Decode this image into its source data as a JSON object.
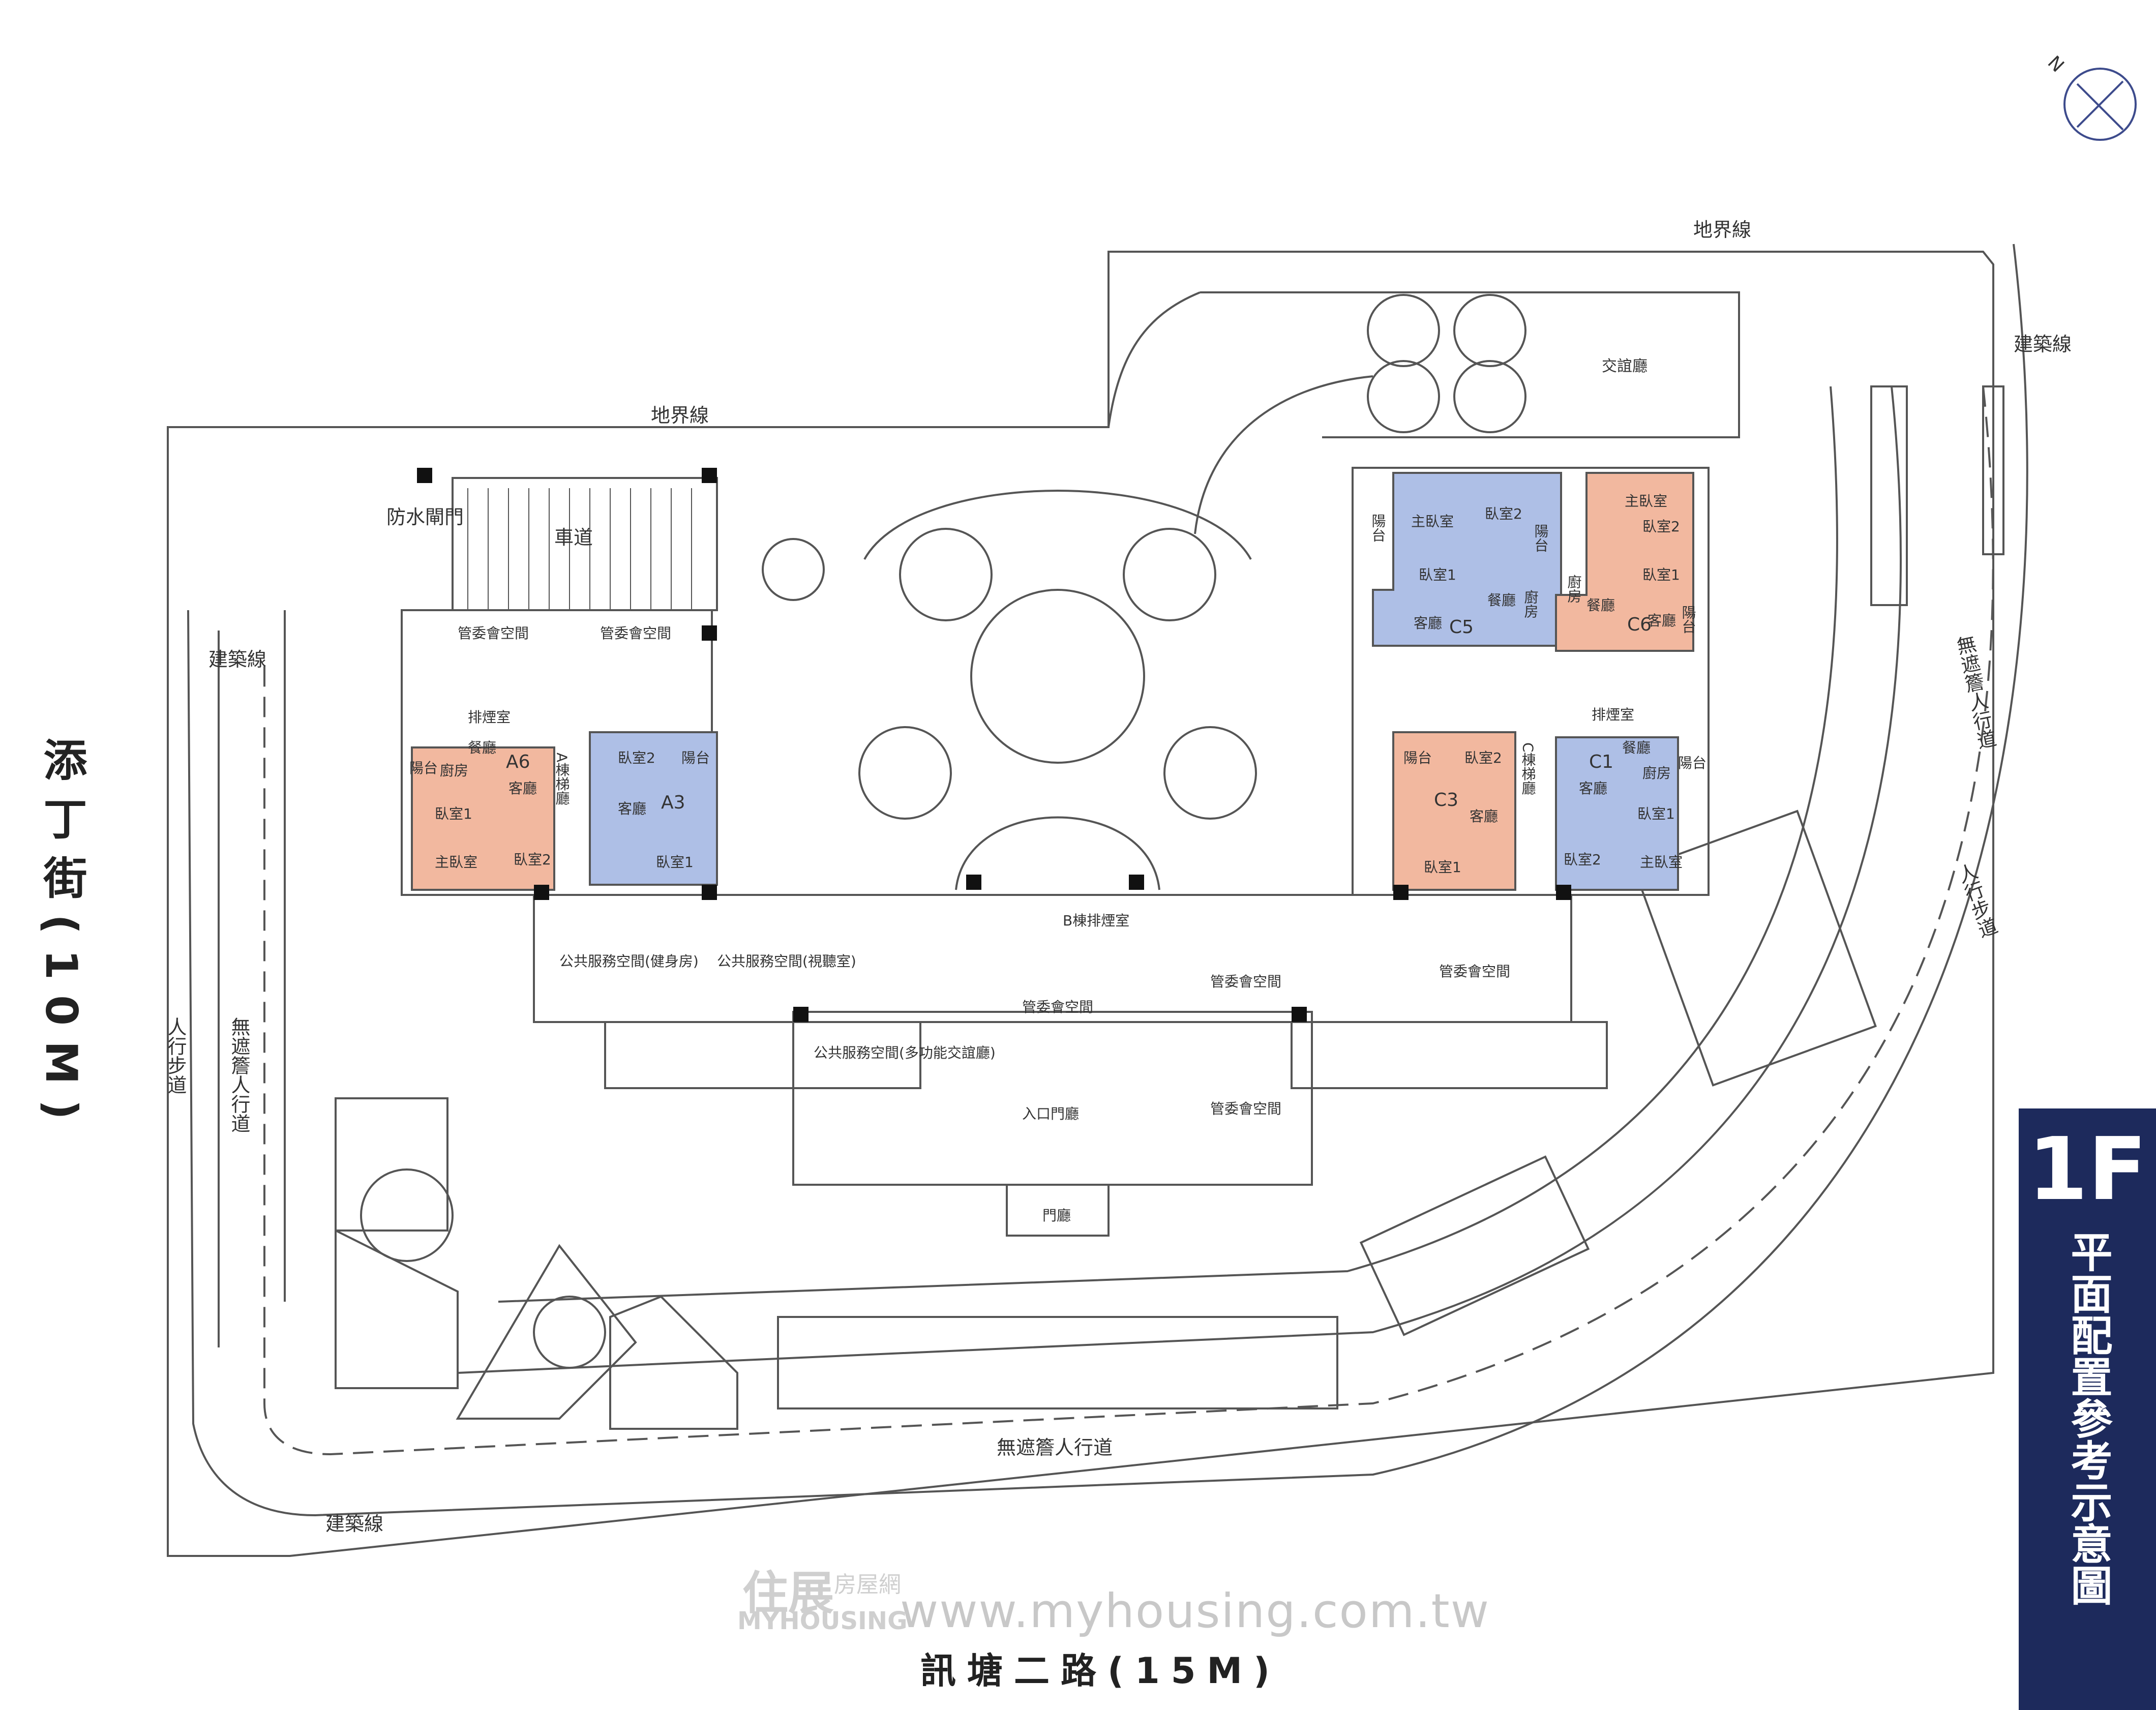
{
  "roads": {
    "left_street": "添丁街(10M)",
    "bottom_road": "訊塘二路(15M)"
  },
  "boundary": {
    "property_line_top": "地界線",
    "property_line_left": "地界線",
    "building_line_left": "建築線",
    "building_line_right": "建築線",
    "building_line_bottom": "建築線"
  },
  "walkways": {
    "arcade_walkway_bottom": "無遮簷人行道",
    "arcade_walkway_left": "無遮簷人行道",
    "arcade_walkway_right": "無遮簷人行道",
    "sidewalk_left": "人行步道",
    "sidewalk_right": "人行步道"
  },
  "site": {
    "flood_gate": "防水閘門",
    "driveway": "車道",
    "social_lounge": "交誼廳"
  },
  "tower_a": {
    "lobby": "A棟梯廳",
    "exhaust_room": "排煙室",
    "committee_space_1": "管委會空間",
    "committee_space_2": "管委會空間",
    "unit_a6": {
      "code": "A6",
      "dining": "餐廳",
      "kitchen": "廚房",
      "balcony": "陽台",
      "living": "客廳",
      "bedroom1": "臥室1",
      "master": "主臥室",
      "bedroom2": "臥室2"
    },
    "unit_a3": {
      "code": "A3",
      "bedroom2": "臥室2",
      "balcony": "陽台",
      "living": "客廳",
      "bedroom1": "臥室1"
    }
  },
  "tower_c": {
    "lobby": "C棟梯廳",
    "exhaust_room": "排煙室",
    "unit_c5": {
      "code": "C5",
      "balcony": "陽台",
      "master": "主臥室",
      "bedroom2": "臥室2",
      "bedroom1": "臥室1",
      "kitchen": "廚房",
      "dining": "餐廳",
      "living": "客廳"
    },
    "unit_c6": {
      "code": "C6",
      "master": "主臥室",
      "bedroom2": "臥室2",
      "bedroom1": "臥室1",
      "kitchen": "廚房",
      "dining": "餐廳",
      "living": "客廳",
      "balcony_left": "陽台",
      "balcony_right": "陽台"
    },
    "unit_c3": {
      "code": "C3",
      "balcony": "陽台",
      "bedroom2": "臥室2",
      "living": "客廳",
      "bedroom1": "臥室1"
    },
    "unit_c1": {
      "code": "C1",
      "dining": "餐廳",
      "kitchen": "廚房",
      "balcony": "陽台",
      "living": "客廳",
      "bedroom1": "臥室1",
      "bedroom2": "臥室2",
      "master": "主臥室"
    }
  },
  "tower_b": {
    "exhaust_room": "B棟排煙室",
    "committee_space": "管委會空間",
    "entrance_hall": "入口門廳",
    "guard_room": "門廳"
  },
  "public_spaces": {
    "gym": "公共服務空間(健身房)",
    "av_room": "公共服務空間(視聽室)",
    "multi_lounge": "公共服務空間(多功能交誼廳)",
    "committee_right_1": "管委會空間",
    "committee_right_2": "管委會空間",
    "committee_right_3": "管委會空間"
  },
  "badge": {
    "floor": "1F",
    "title": "平面配置參考示意圖"
  },
  "compass": {
    "north": "N"
  },
  "watermark": {
    "brand": "住展",
    "brand_sub": "房屋網",
    "brand_en": "MYHOUSING",
    "url": "www.myhousing.com.tw"
  },
  "colors": {
    "unit_salmon": "#f2b89f",
    "unit_blue": "#aebfe6",
    "line": "#555555",
    "badge": "#1d2a5c"
  }
}
